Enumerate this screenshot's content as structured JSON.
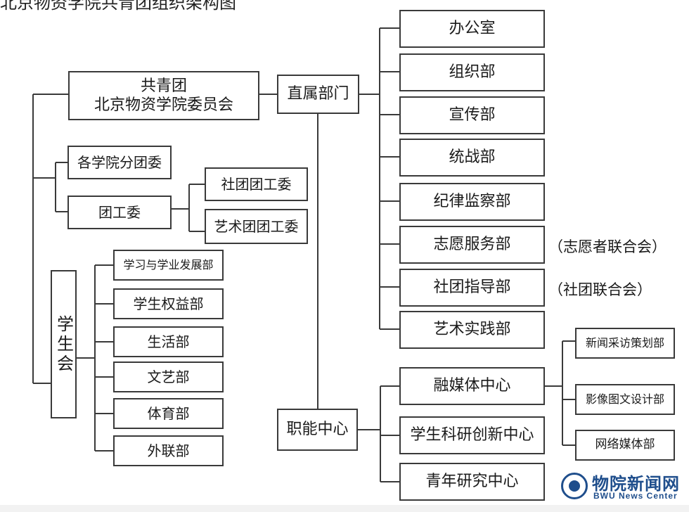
{
  "top_caption": "北京物资学院共青团组织架构图",
  "root": {
    "line1": "共青团",
    "line2": "北京物资学院委员会"
  },
  "zhishu": {
    "label": "直属部门",
    "depts": [
      "办公室",
      "组织部",
      "宣传部",
      "统战部",
      "纪律监察部",
      "志愿服务部",
      "社团指导部",
      "艺术实践部"
    ],
    "notes": {
      "volunteer": "（志愿者联合会）",
      "club": "（社团联合会）"
    }
  },
  "zhineng": {
    "label": "职能中心",
    "centers": [
      "融媒体中心",
      "学生科研创新中心",
      "青年研究中心"
    ],
    "media_subs": [
      "新闻采访策划部",
      "影像图文设计部",
      "网络媒体部"
    ]
  },
  "branch": "各学院分团委",
  "tuangongwei": {
    "label": "团工委",
    "subs": [
      "社团团工委",
      "艺术团团工委"
    ]
  },
  "student_union": {
    "label": "学生会",
    "depts": [
      "学习与学业发展部",
      "学生权益部",
      "生活部",
      "文艺部",
      "体育部",
      "外联部"
    ]
  },
  "logo": {
    "brand_cn": "物院新闻网",
    "brand_en": "BWU News Center",
    "color": "#1f4e8c"
  },
  "line_color": "#3a3a3a"
}
